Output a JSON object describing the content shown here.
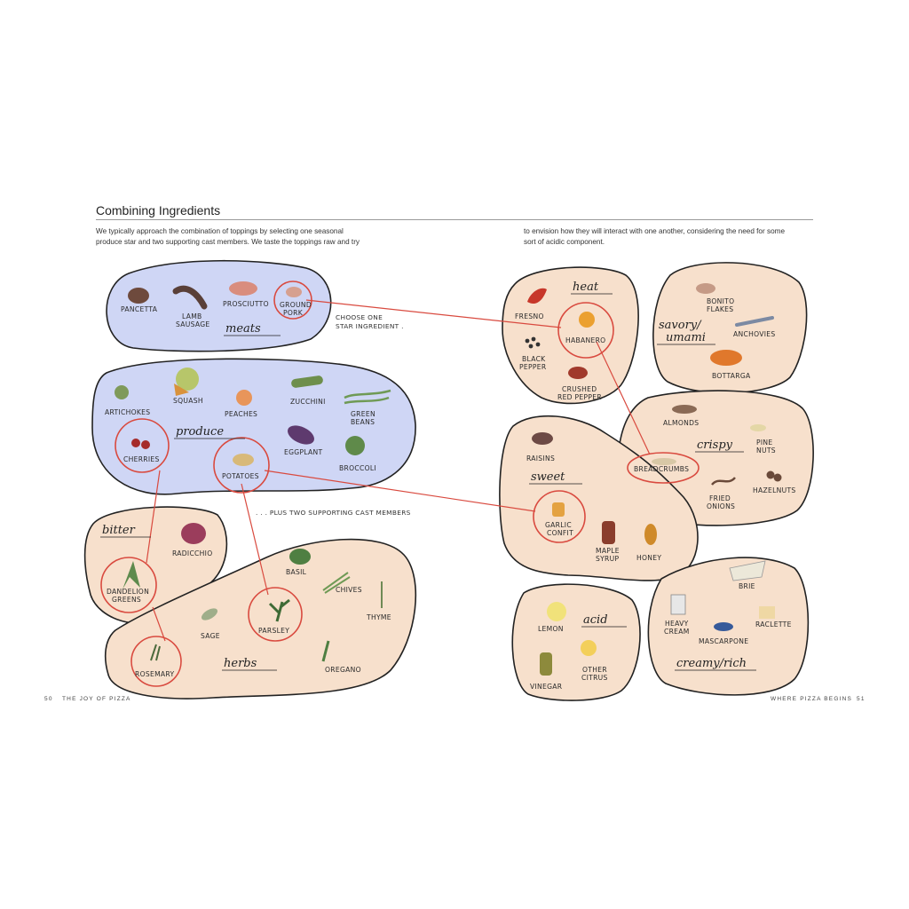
{
  "page": {
    "title": "Combining Ingredients",
    "intro_left": "We typically approach the combination of toppings by selecting one seasonal produce star and two supporting cast members. We taste the toppings raw and try",
    "intro_right": "to envision how they will interact with one another, considering the need for some sort of acidic component.",
    "folio_left_number": "50",
    "folio_left_title": "THE JOY OF PIZZA",
    "folio_right_title": "WHERE PIZZA BEGINS",
    "folio_right_number": "51"
  },
  "notes": {
    "star_line1": "CHOOSE ONE",
    "star_line2": "STAR INGREDIENT .",
    "support": ". . . PLUS TWO SUPPORTING CAST MEMBERS"
  },
  "groups": {
    "meats": {
      "title": "meats",
      "items": {
        "pancetta": "PANCETTA",
        "lamb_l1": "LAMB",
        "lamb_l2": "SAUSAGE",
        "prosciutto": "PROSCIUTTO",
        "ground_l1": "GROUND",
        "ground_l2": "PORK"
      }
    },
    "produce": {
      "title": "produce",
      "items": {
        "artichokes": "ARTICHOKES",
        "squash": "SQUASH",
        "peaches": "PEACHES",
        "zucchini": "ZUCCHINI",
        "green_l1": "GREEN",
        "green_l2": "BEANS",
        "cherries": "CHERRIES",
        "eggplant": "EGGPLANT",
        "potatoes": "POTATOES",
        "broccoli": "BROCCOLI"
      }
    },
    "bitter": {
      "title": "bitter",
      "items": {
        "radicchio": "RADICCHIO",
        "dandelion_l1": "DANDELION",
        "dandelion_l2": "GREENS"
      }
    },
    "herbs": {
      "title": "herbs",
      "items": {
        "basil": "BASIL",
        "chives": "CHIVES",
        "thyme": "THYME",
        "sage": "SAGE",
        "parsley": "PARSLEY",
        "rosemary": "ROSEMARY",
        "oregano": "OREGANO"
      }
    },
    "heat": {
      "title": "heat",
      "items": {
        "fresno": "FRESNO",
        "habanero": "HABANERO",
        "black_l1": "BLACK",
        "black_l2": "PEPPER",
        "crushed_l1": "CRUSHED",
        "crushed_l2": "RED PEPPER"
      }
    },
    "savory": {
      "title_l1": "savory/",
      "title_l2": "umami",
      "items": {
        "bonito_l1": "BONITO",
        "bonito_l2": "FLAKES",
        "anchovies": "ANCHOVIES",
        "bottarga": "BOTTARGA"
      }
    },
    "crispy": {
      "title": "crispy",
      "items": {
        "almonds": "ALMONDS",
        "pine_l1": "PINE",
        "pine_l2": "NUTS",
        "breadcrumbs": "BREADCRUMBS",
        "fried_l1": "FRIED",
        "fried_l2": "ONIONS",
        "hazelnuts": "HAZELNUTS"
      }
    },
    "sweet": {
      "title": "sweet",
      "items": {
        "raisins": "RAISINS",
        "garlic_l1": "GARLIC",
        "garlic_l2": "CONFIT",
        "maple_l1": "MAPLE",
        "maple_l2": "SYRUP",
        "honey": "HONEY"
      }
    },
    "acid": {
      "title": "acid",
      "items": {
        "lemon": "LEMON",
        "other_l1": "OTHER",
        "other_l2": "CITRUS",
        "vinegar": "VINEGAR"
      }
    },
    "creamy": {
      "title": "creamy/rich",
      "items": {
        "brie": "BRIE",
        "heavy_l1": "HEAVY",
        "heavy_l2": "CREAM",
        "raclette": "RACLETTE",
        "mascarpone": "MASCARPONE"
      }
    }
  },
  "colors": {
    "produce_fill": "#cfd6f5",
    "other_fill": "#f7e0cc",
    "outline": "#222222",
    "connector": "#d94a3f"
  }
}
